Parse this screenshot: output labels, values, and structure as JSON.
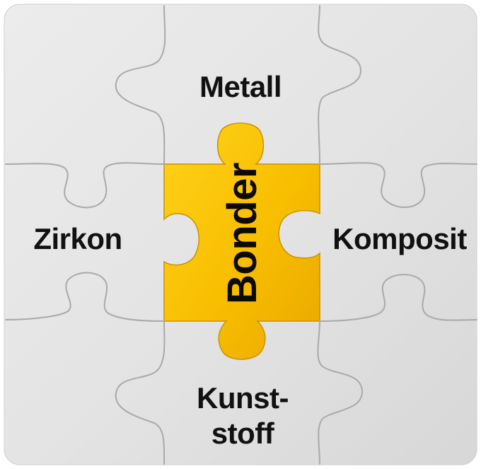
{
  "colors": {
    "board": "#e6e6e6",
    "seam": "#a9a9a9",
    "highlight_piece": "#f9c200",
    "text": "#111111"
  },
  "pieces": {
    "top": "Metall",
    "left": "Zirkon",
    "right": "Komposit",
    "bottom_line1": "Kunst-",
    "bottom_line2": "stoff",
    "center": "Bonder"
  }
}
